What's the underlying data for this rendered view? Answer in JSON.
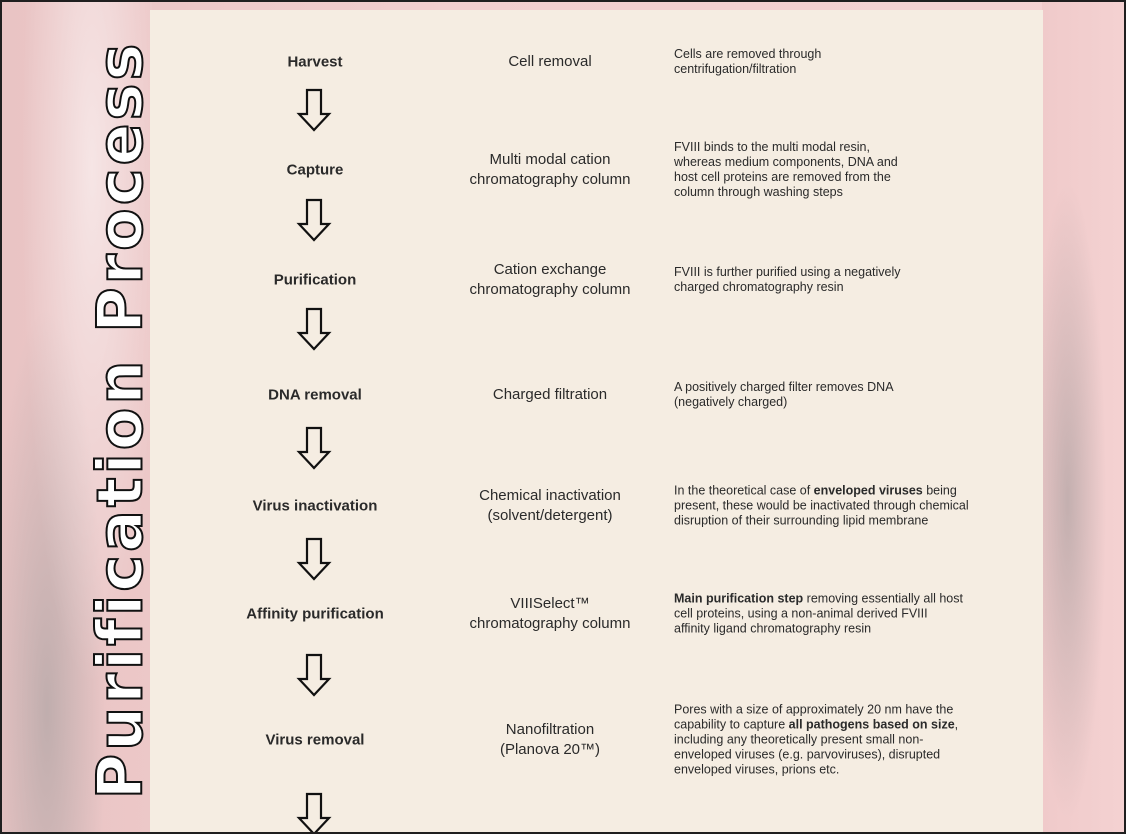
{
  "title": "Purification Process",
  "steps": [
    {
      "stage": "Harvest",
      "method": "Cell removal",
      "description": [
        "Cells are removed through",
        "centrifugation/filtration"
      ]
    },
    {
      "stage": "Capture",
      "method": [
        "Multi modal cation",
        "chromatography column"
      ],
      "description": [
        "FVIII binds to the multi modal resin,",
        "whereas medium components, DNA and",
        "host cell proteins are removed from the",
        "column through washing steps"
      ]
    },
    {
      "stage": "Purification",
      "method": [
        "Cation exchange",
        "chromatography column"
      ],
      "description": [
        "FVIII is further purified using a negatively",
        "charged chromatography resin"
      ]
    },
    {
      "stage": "DNA removal",
      "method": "Charged filtration",
      "description": [
        "A positively charged filter removes DNA",
        "(negatively charged)"
      ]
    },
    {
      "stage": "Virus inactivation",
      "method": [
        "Chemical inactivation",
        "(solvent/detergent)"
      ],
      "description": {
        "before": "In the theoretical case of ",
        "bold": "enveloped viruses",
        "after": " being present, these would be inactivated through chemical disruption of their surrounding lipid membrane"
      }
    },
    {
      "stage": "Affinity purification",
      "method": [
        "VIIISelect™",
        "chromatography column"
      ],
      "description": {
        "before": "",
        "bold": "Main purification step",
        "after": " removing essentially all host cell proteins, using a non-animal derived FVIII affinity ligand chromatography resin"
      }
    },
    {
      "stage": "Virus removal",
      "method": [
        "Nanofiltration",
        "(Planova 20™)"
      ],
      "description": {
        "before": "Pores with a size of approximately 20 nm have the capability to capture ",
        "bold": "all pathogens based on size",
        "after": ", including any theoretically present small non-enveloped viruses (e.g. parvoviruses), disrupted enveloped viruses, prions etc."
      }
    }
  ]
}
